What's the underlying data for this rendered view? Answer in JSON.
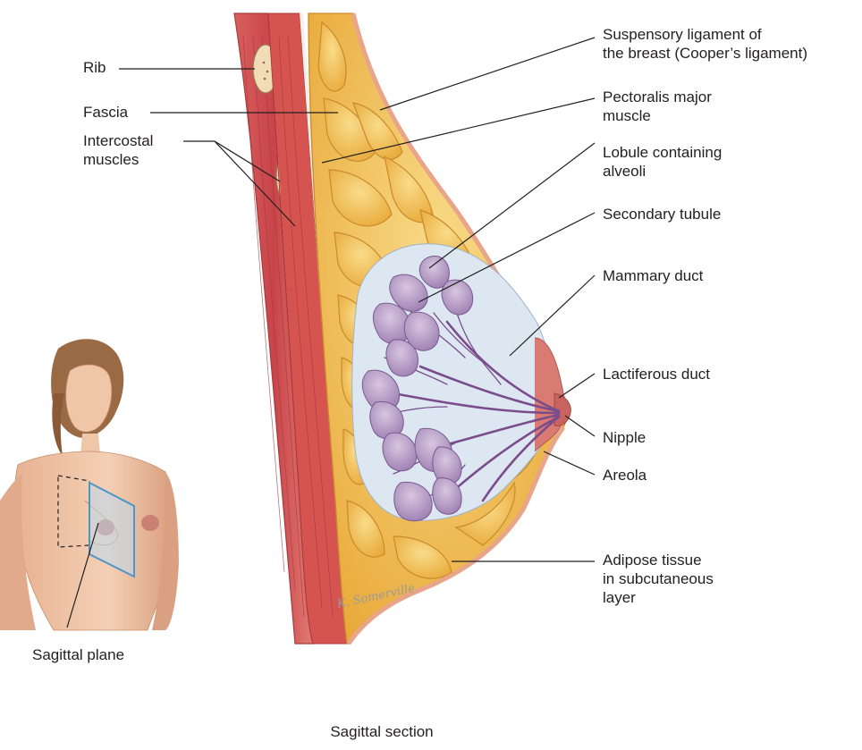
{
  "labels": {
    "rib": "Rib",
    "fascia": "Fascia",
    "intercostal": [
      "Intercostal",
      "muscles"
    ],
    "suspensory": [
      "Suspensory ligament of",
      "the breast (Cooper’s ligament)"
    ],
    "pectoralis": [
      "Pectoralis major",
      "muscle"
    ],
    "lobule": [
      "Lobule containing",
      "alveoli"
    ],
    "secondary_tubule": "Secondary tubule",
    "mammary_duct": "Mammary duct",
    "lactiferous_duct": "Lactiferous duct",
    "nipple": "Nipple",
    "areola": "Areola",
    "adipose": [
      "Adipose tissue",
      "in subcutaneous",
      "layer"
    ],
    "sagittal_plane": "Sagittal plane",
    "sagittal_section": "Sagittal section"
  },
  "artist_signature": "K. Somerville",
  "colors": {
    "muscle": "#c8454a",
    "muscle_light": "#e07a73",
    "adipose": "#f0b63c",
    "adipose_light": "#f7d47a",
    "lobule": "#b49ac4",
    "duct": "#7a4c8c",
    "gland_bg": "#dce6f0",
    "skin": "#f0c6a8",
    "plane": "#7fb6de",
    "leader_line": "#231f20"
  }
}
